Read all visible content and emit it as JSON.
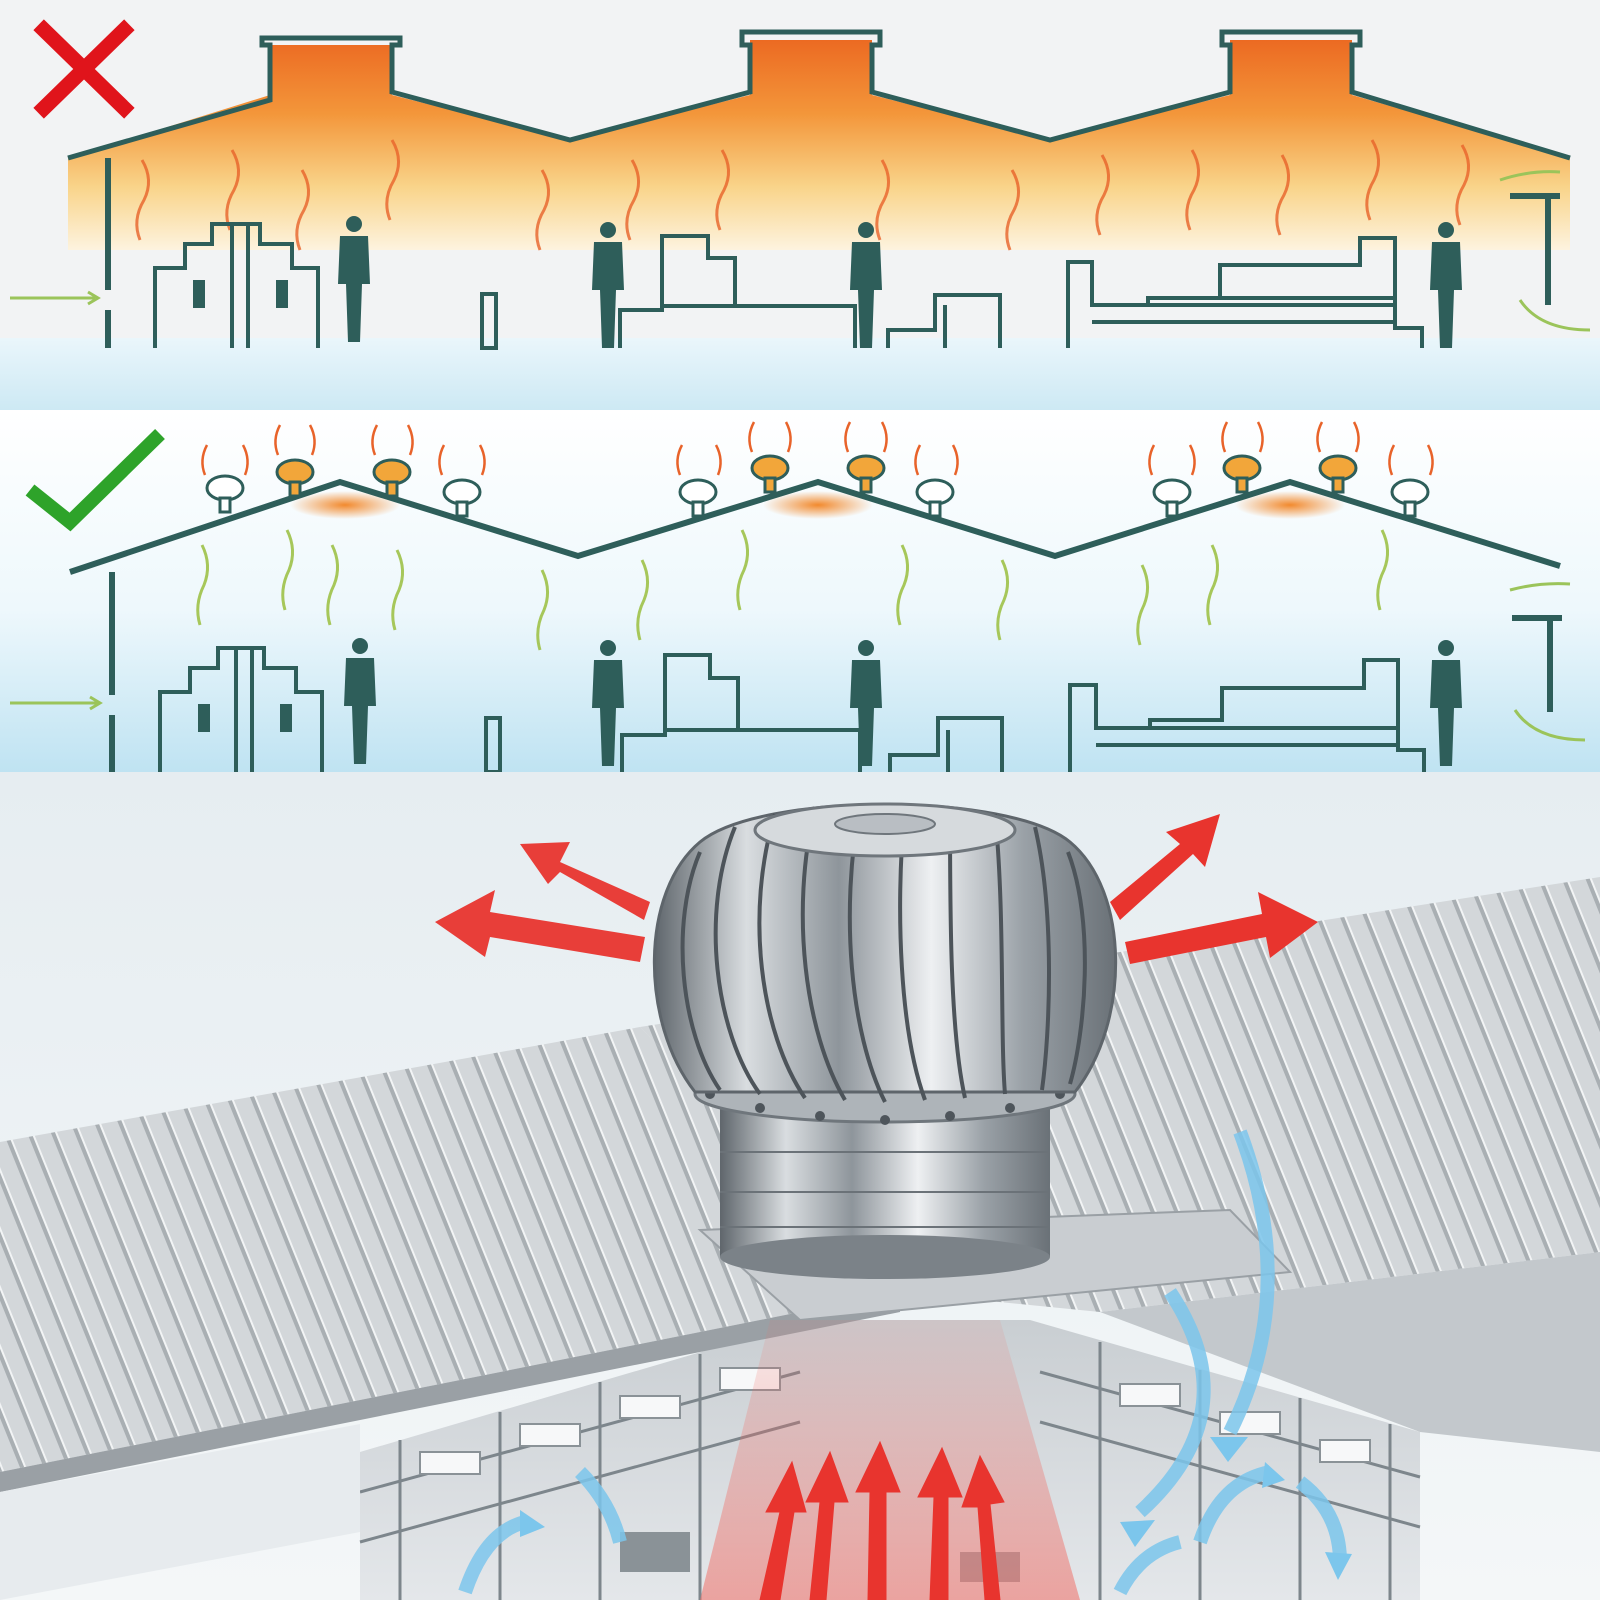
{
  "panels": [
    {
      "id": "without-ventilator",
      "status": "incorrect",
      "mark": "red-x-icon"
    },
    {
      "id": "with-ventilator",
      "status": "correct",
      "mark": "green-check-icon"
    },
    {
      "id": "turbine-cutaway",
      "status": "illustration"
    }
  ],
  "colors": {
    "wrong_mark": "#e0141b",
    "right_mark": "#2ea32a",
    "building_outline": "#2e5e5a",
    "heat_orange": "#f07a2a",
    "cool_blue": "#bfe3f2",
    "hot_air_arrow": "#e8342e",
    "fresh_air_arrow": "#7cc6ec",
    "steel": "#b9bec3"
  },
  "icons": [
    "red-x-icon",
    "green-check-icon",
    "turbine-ventilator-icon",
    "person-icon"
  ]
}
